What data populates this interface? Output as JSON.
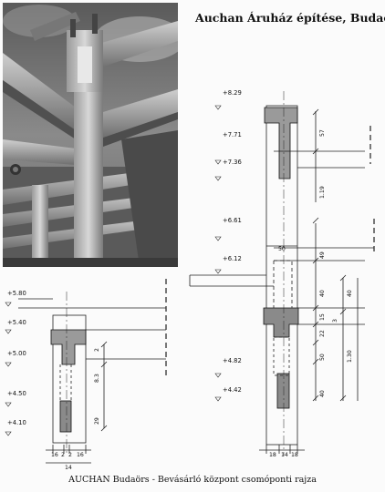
{
  "title": "Auchan Áruház építése, Budaörs",
  "caption": "AUCHAN Budaörs - Bevásárló központ csomóponti rajza",
  "right_levels": [
    "+8.29",
    "+7.71",
    "+7.36",
    "+6.61",
    "+6.12",
    "+4.82",
    "+4.42"
  ],
  "left_levels": [
    "+5.80",
    "+5.40",
    "+5.00",
    "+4.50",
    "+4.10"
  ],
  "right_vdims": [
    "57",
    "1.19",
    "49",
    "40",
    "15",
    "22",
    "50",
    "40",
    "3",
    "40",
    "1.30"
  ],
  "right_hdims": [
    "18",
    "14",
    "18",
    "50"
  ],
  "left_vdims": [
    "2",
    "8.3",
    "29"
  ],
  "left_hdims": [
    "16",
    "2",
    "2",
    "16",
    "14"
  ]
}
